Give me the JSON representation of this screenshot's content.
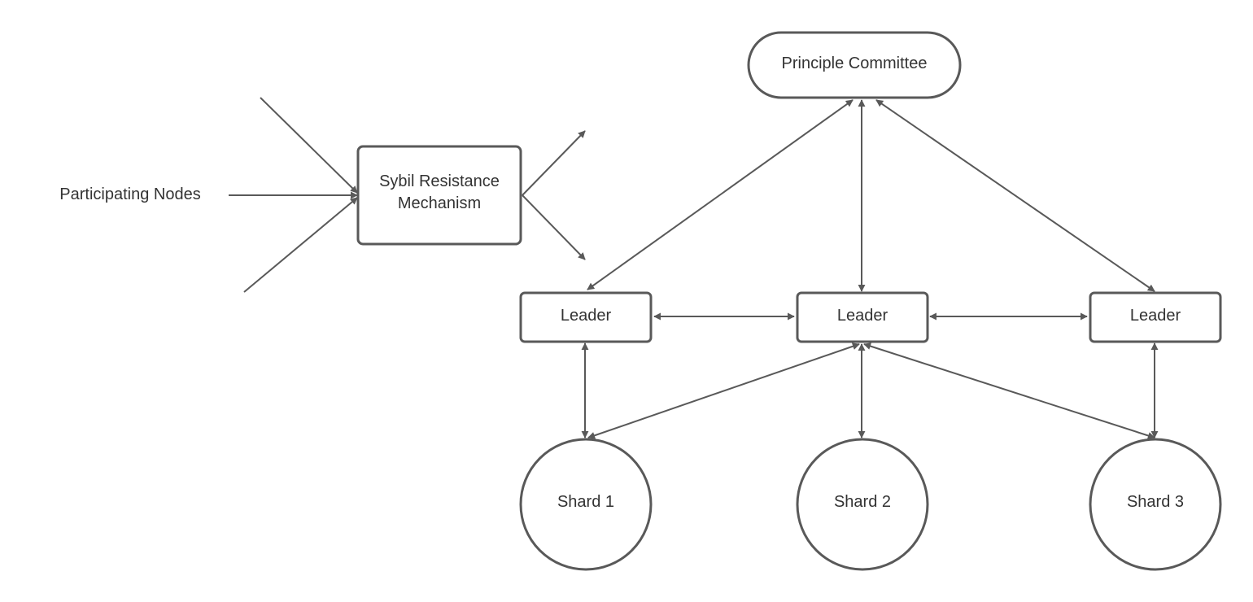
{
  "diagram": {
    "input_label": "Participating Nodes",
    "sybil": {
      "line1": "Sybil Resistance",
      "line2": "Mechanism"
    },
    "committee": "Principle Committee",
    "leaders": [
      "Leader",
      "Leader",
      "Leader"
    ],
    "shards": [
      "Shard 1",
      "Shard 2",
      "Shard 3"
    ],
    "colors": {
      "stroke": "#595959",
      "text": "#333333",
      "background": "#ffffff"
    }
  }
}
